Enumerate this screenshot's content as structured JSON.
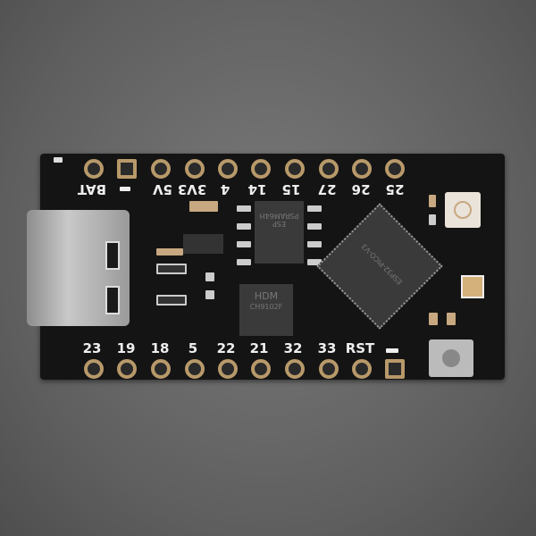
{
  "board": {
    "top_labels": [
      "BAT",
      "5V",
      "3V3",
      "4",
      "14",
      "15",
      "27",
      "26",
      "25"
    ],
    "bottom_labels": [
      "23",
      "19",
      "18",
      "5",
      "22",
      "21",
      "32",
      "33",
      "RST"
    ],
    "chips": {
      "flash": "ESP PSRAM64H",
      "usb_serial": "CH9102F",
      "usb_serial_logo": "HDM",
      "mcu": "ESP32-PICO-V3"
    },
    "colors": {
      "pcb": "#141414",
      "pad": "#b8996a",
      "background": "#6a6a6a"
    }
  }
}
